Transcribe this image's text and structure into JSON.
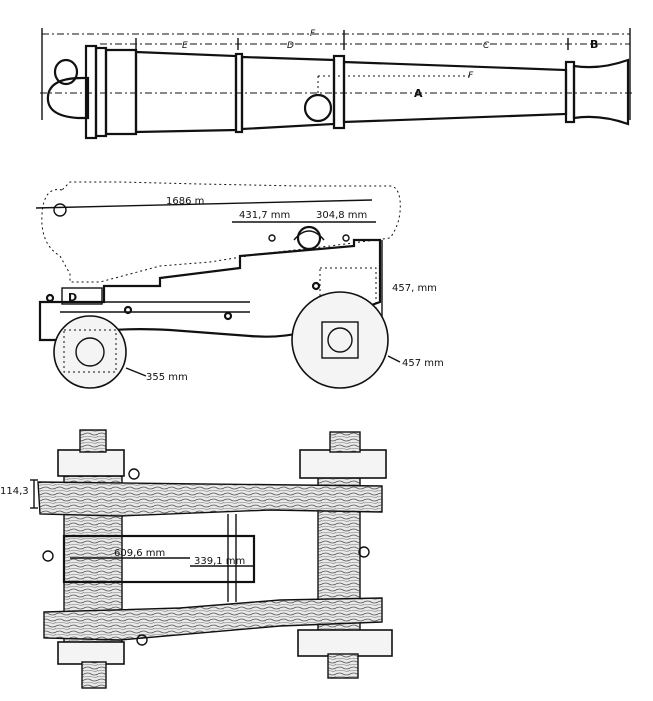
{
  "barrel_view": {
    "labels": {
      "A": "A",
      "B": "B",
      "C": "C",
      "D": "D",
      "E": "E",
      "F_top": "F",
      "F_inner": "F"
    }
  },
  "side_view": {
    "overall_length": "1686 m",
    "dim_upper_left": "431,7 mm",
    "dim_upper_right": "304,8 mm",
    "dim_height": "457, mm",
    "dim_rear_wheel": "355 mm",
    "dim_front_wheel": "457 mm",
    "block_label": "D"
  },
  "plan_view": {
    "dim_side": "114,3",
    "dim_long": "609,6 mm",
    "dim_short": "339,1 mm"
  }
}
